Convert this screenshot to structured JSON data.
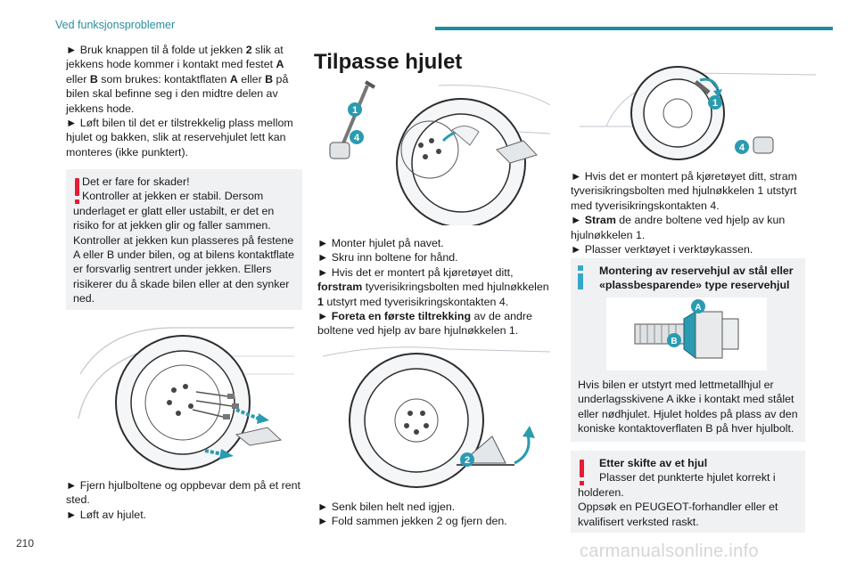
{
  "header": {
    "section": "Ved funksjonsproblemer",
    "page_number": "210"
  },
  "watermark": "carmanualsonline.info",
  "col1": {
    "steps_a": [
      [
        "► Bruk knappen til å folde ut jekken ",
        "2",
        " slik at"
      ],
      [
        "jekkens hode kommer i kontakt med festet ",
        "A",
        ""
      ],
      [
        "eller ",
        "B",
        " som brukes: kontaktflaten "
      ],
      [
        "A",
        " eller ",
        "B",
        " på"
      ],
      [
        "bilen skal befinne seg i den midtre delen av"
      ],
      [
        "jekkens hode."
      ],
      [
        "► Løft bilen til det er tilstrekkelig plass mellom"
      ],
      [
        "hjulet og bakken, slik at reservehjulet lett kan"
      ],
      [
        "monteres (ikke punktert)."
      ]
    ],
    "warning": {
      "lines": [
        "Det er fare for skader!",
        "Kontroller at jekken er stabil. Dersom",
        "underlaget er glatt eller ustabilt, er det en",
        "risiko for at jekken glir og faller sammen.",
        "Kontroller at jekken kun plasseres på festene",
        "A eller B under bilen, og at bilens kontaktflate",
        "er forsvarlig sentrert under jekken. Ellers",
        "risikerer du å skade bilen eller at den synker",
        "ned."
      ]
    },
    "steps_b": [
      "► Fjern hjulboltene og oppbevar dem på et rent",
      "sted.",
      "► Løft av hjulet."
    ]
  },
  "col2": {
    "title": "Tilpasse hjulet",
    "fig_labels": [
      "1",
      "4"
    ],
    "steps_a": [
      {
        "pre": "► Monter hjulet på navet.",
        "bold": "",
        "post": ""
      },
      {
        "pre": "► Skru inn boltene for hånd.",
        "bold": "",
        "post": ""
      },
      {
        "pre": "► Hvis det er montert på kjøretøyet ditt,",
        "bold": "",
        "post": ""
      },
      {
        "pre": "",
        "bold": "forstram",
        "post": " tyverisikringsbolten med hjulnøkkelen"
      },
      {
        "pre": "",
        "bold": "1",
        "post": " utstyrt med tyverisikringskontakten 4."
      },
      {
        "pre": "► ",
        "bold": "Foreta en første tiltrekking",
        "post": " av de andre"
      },
      {
        "pre": "boltene ved hjelp av bare hjulnøkkelen 1.",
        "bold": "",
        "post": ""
      }
    ],
    "fig2_label": "2",
    "steps_b": [
      "► Senk bilen helt ned igjen.",
      "► Fold sammen jekken 2 og fjern den."
    ]
  },
  "col3": {
    "fig_labels": [
      "1",
      "4"
    ],
    "steps": [
      {
        "pre": "► Hvis det er montert på kjøretøyet ditt, stram",
        "bold": "",
        "post": ""
      },
      {
        "pre": "tyverisikringsbolten med hjulnøkkelen 1 utstyrt",
        "bold": "",
        "post": ""
      },
      {
        "pre": "med tyverisikringskontakten 4.",
        "bold": "",
        "post": ""
      },
      {
        "pre": "► ",
        "bold": "Stram",
        "post": " de andre boltene ved hjelp av kun"
      },
      {
        "pre": "hjulnøkkelen 1.",
        "bold": "",
        "post": ""
      },
      {
        "pre": "► Plasser verktøyet i verktøykassen.",
        "bold": "",
        "post": ""
      }
    ],
    "info": {
      "title_lines": [
        "Montering av reservehjul av stål eller",
        "«plassbesparende» type reservehjul"
      ],
      "fig_labels": [
        "A",
        "B"
      ],
      "body": [
        "Hvis bilen er utstyrt med lettmetallhjul er",
        "underlagsskivene A ikke i kontakt med stålet",
        "eller nødhjulet. Hjulet holdes på plass av den",
        "koniske kontaktoverflaten B på hver hjulbolt."
      ]
    },
    "warning": {
      "title": "Etter skifte av et hjul",
      "lines": [
        "Plasser det punkterte hjulet korrekt i",
        "holderen.",
        "Oppsøk en PEUGEOT-forhandler eller et",
        "kvalifisert verksted raskt."
      ]
    }
  },
  "colors": {
    "accent": "#1a8fa2",
    "warning": "#e31d33",
    "info": "#35a8c9",
    "callout": "#2a9bb0"
  }
}
